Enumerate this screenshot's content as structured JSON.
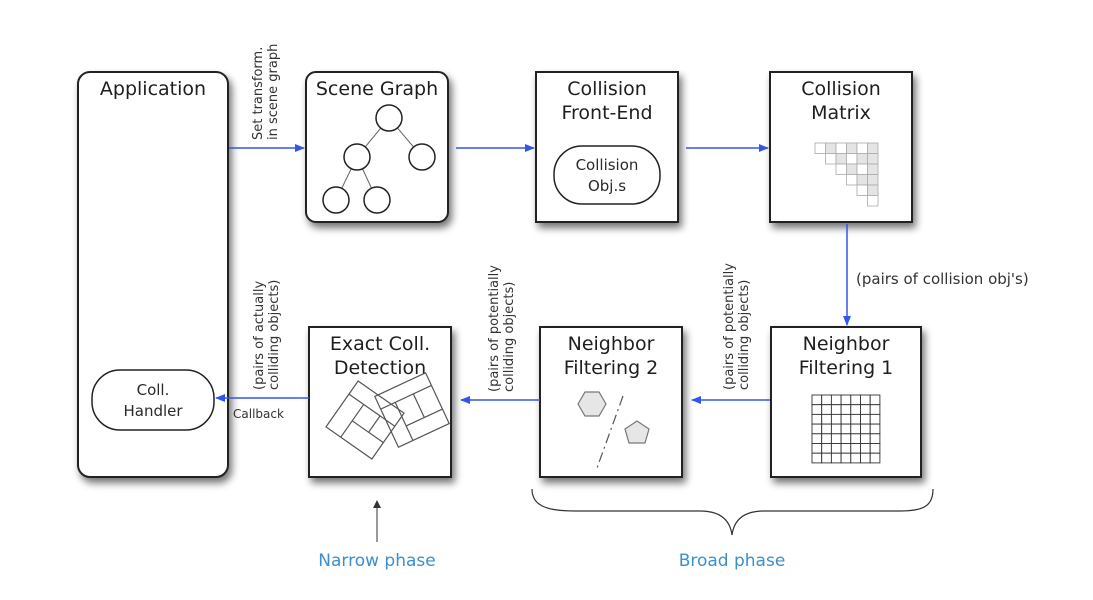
{
  "boxes": {
    "application": {
      "title": "Application"
    },
    "scene_graph": {
      "title": "Scene Graph"
    },
    "front_end": {
      "title_line1": "Collision",
      "title_line2": "Front-End",
      "inner_line1": "Collision",
      "inner_line2": "Obj.s"
    },
    "matrix": {
      "title_line1": "Collision",
      "title_line2": "Matrix"
    },
    "nf1": {
      "title_line1": "Neighbor",
      "title_line2": "Filtering 1"
    },
    "nf2": {
      "title_line1": "Neighbor",
      "title_line2": "Filtering 2"
    },
    "exact": {
      "title_line1": "Exact Coll.",
      "title_line2": "Detection"
    },
    "handler": {
      "line1": "Coll.",
      "line2": "Handler"
    }
  },
  "edge_labels": {
    "set_transform_line1": "Set transform.",
    "set_transform_line2": "in scene graph",
    "pairs_collision": "(pairs of collision obj's)",
    "potential_a_line1": "(pairs of potentially",
    "potential_a_line2": "colliding objects)",
    "potential_b_line1": "(pairs of potentially",
    "potential_b_line2": "colliding objects)",
    "actual_line1": "(pairs of actually",
    "actual_line2": "colliding objects)",
    "callback": "Callback"
  },
  "phases": {
    "narrow": "Narrow phase",
    "broad": "Broad phase"
  },
  "colors": {
    "arrow": "#3355ee",
    "phase": "#3b8fd0",
    "box_border": "#222222"
  },
  "matrix_size": 6,
  "grid_size": 7
}
